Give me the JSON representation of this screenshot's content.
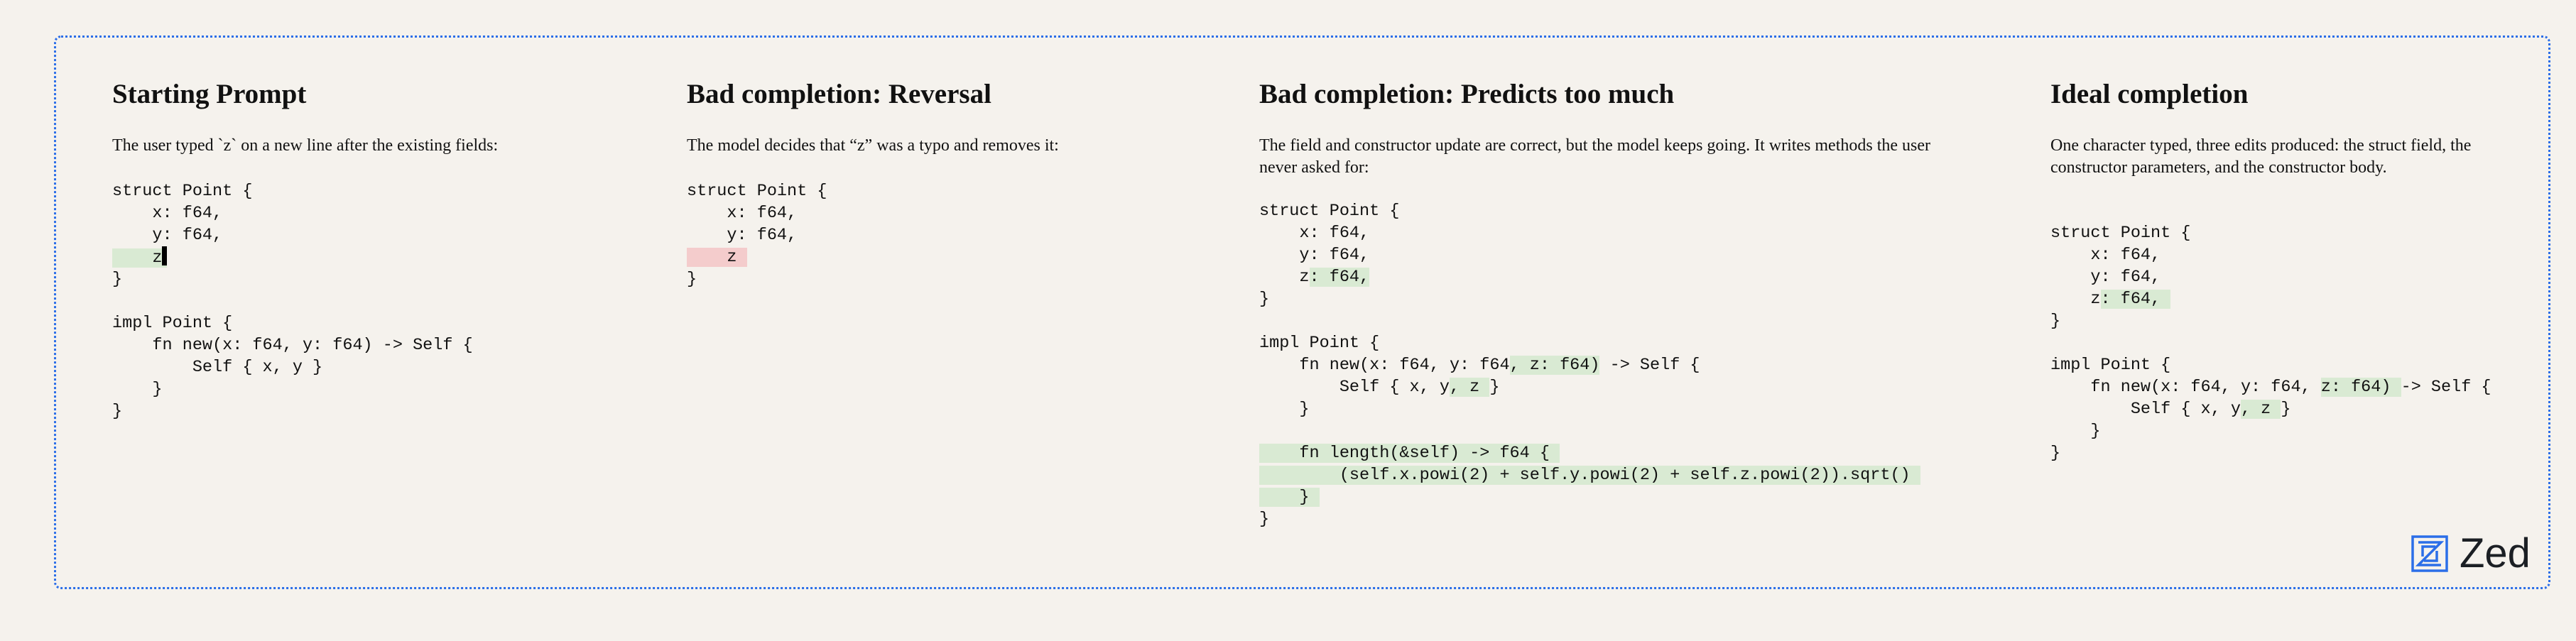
{
  "colors": {
    "added": "#d9ead3",
    "removed": "#f4cccc",
    "border": "#2b6ee8",
    "brand": "#2b6ee8"
  },
  "brand": {
    "name": "Zed",
    "icon": "zed-logo-icon"
  },
  "columns": [
    {
      "id": "starting-prompt",
      "title": "Starting Prompt",
      "description": "The user typed `z` on a new line after the existing fields:",
      "code": [
        [
          {
            "t": "struct Point {"
          }
        ],
        [
          {
            "t": "    x: f64,"
          }
        ],
        [
          {
            "t": "    y: f64,"
          }
        ],
        [
          {
            "t": "    z",
            "hl": "add",
            "cursor": true
          }
        ],
        [
          {
            "t": "}"
          }
        ],
        [
          {
            "t": ""
          }
        ],
        [
          {
            "t": "impl Point {"
          }
        ],
        [
          {
            "t": "    fn new(x: f64, y: f64) -> Self {"
          }
        ],
        [
          {
            "t": "        Self { x, y }"
          }
        ],
        [
          {
            "t": "    }"
          }
        ],
        [
          {
            "t": "}"
          }
        ]
      ]
    },
    {
      "id": "bad-reversal",
      "title": "Bad completion: Reversal",
      "description": "The model decides that “z” was a typo and removes it:",
      "code": [
        [
          {
            "t": "struct Point {"
          }
        ],
        [
          {
            "t": "    x: f64,"
          }
        ],
        [
          {
            "t": "    y: f64,"
          }
        ],
        [
          {
            "t": "    z ",
            "hl": "del"
          }
        ],
        [
          {
            "t": "}"
          }
        ]
      ]
    },
    {
      "id": "bad-predicts-too-much",
      "title": "Bad completion: Predicts too much",
      "description": "The field and constructor update are correct, but the model keeps going. It writes methods the user never asked for:",
      "code": [
        [
          {
            "t": "struct Point {"
          }
        ],
        [
          {
            "t": "    x: f64,"
          }
        ],
        [
          {
            "t": "    y: f64,"
          }
        ],
        [
          {
            "t": "    z"
          },
          {
            "t": ": f64,",
            "hl": "add"
          }
        ],
        [
          {
            "t": "}"
          }
        ],
        [
          {
            "t": ""
          }
        ],
        [
          {
            "t": "impl Point {"
          }
        ],
        [
          {
            "t": "    fn new(x: f64, y: f64"
          },
          {
            "t": ", z: f64)",
            "hl": "add"
          },
          {
            "t": " -> Self {"
          }
        ],
        [
          {
            "t": "        Self { x, y"
          },
          {
            "t": ", z ",
            "hl": "add"
          },
          {
            "t": "}"
          }
        ],
        [
          {
            "t": "    }"
          }
        ],
        [
          {
            "t": ""
          }
        ],
        [
          {
            "t": "    fn length(&self) -> f64 { ",
            "hl": "add"
          }
        ],
        [
          {
            "t": "        (self.x.powi(2) + self.y.powi(2) + self.z.powi(2)).sqrt() ",
            "hl": "add"
          }
        ],
        [
          {
            "t": "    } ",
            "hl": "add"
          }
        ],
        [
          {
            "t": "}"
          }
        ]
      ]
    },
    {
      "id": "ideal-completion",
      "title": "Ideal completion",
      "description": "One character typed, three edits produced: the struct field, the constructor parameters, and the constructor body.",
      "code": [
        [
          {
            "t": "struct Point {"
          }
        ],
        [
          {
            "t": "    x: f64,"
          }
        ],
        [
          {
            "t": "    y: f64,"
          }
        ],
        [
          {
            "t": "    z"
          },
          {
            "t": ": f64, ",
            "hl": "add"
          }
        ],
        [
          {
            "t": "}"
          }
        ],
        [
          {
            "t": ""
          }
        ],
        [
          {
            "t": "impl Point {"
          }
        ],
        [
          {
            "t": "    fn new(x: f64, y: f64, "
          },
          {
            "t": "z: f64) ",
            "hl": "add"
          },
          {
            "t": "-> Self {"
          }
        ],
        [
          {
            "t": "        Self { x, y"
          },
          {
            "t": ", z ",
            "hl": "add"
          },
          {
            "t": "}"
          }
        ],
        [
          {
            "t": "    }"
          }
        ],
        [
          {
            "t": "}"
          }
        ]
      ]
    }
  ]
}
